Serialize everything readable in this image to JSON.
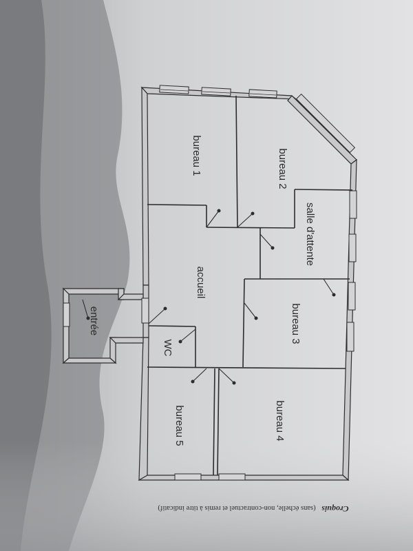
{
  "plan": {
    "rooms": [
      {
        "id": "bureau1",
        "label": "bureau 1"
      },
      {
        "id": "bureau2",
        "label": "bureau 2"
      },
      {
        "id": "salle",
        "label": "salle d'attente"
      },
      {
        "id": "accueil",
        "label": "accueil"
      },
      {
        "id": "bureau3",
        "label": "bureau 3"
      },
      {
        "id": "entree",
        "label": "entrée"
      },
      {
        "id": "wc",
        "label": "WC"
      },
      {
        "id": "bureau4",
        "label": "bureau 4"
      },
      {
        "id": "bureau5",
        "label": "bureau 5"
      }
    ]
  },
  "caption": {
    "title": "Croquis",
    "note": "(sans échelle, non-contractuel et remis à titre indicatif)"
  },
  "colors": {
    "paper": "#d9d9db",
    "shadow": "#76777a",
    "ink": "#2c2c2e"
  }
}
